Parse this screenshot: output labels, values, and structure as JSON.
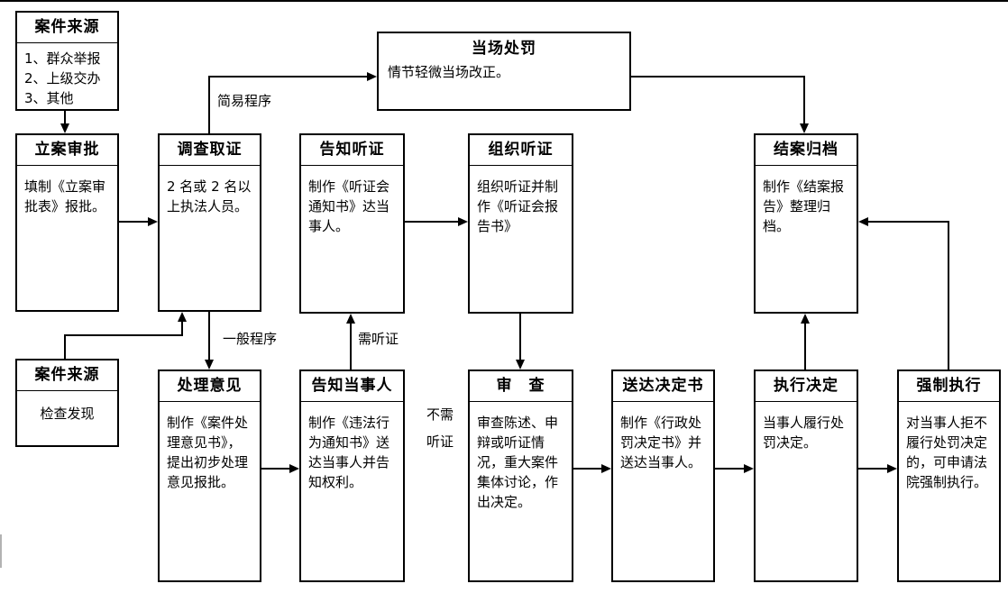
{
  "diagram": {
    "boxes": {
      "case_source_top": {
        "title": "案件来源",
        "items": [
          "1、群众举报",
          "2、上级交办",
          "3、其他"
        ]
      },
      "filing_approval": {
        "title": "立案审批",
        "body": "填制《立案审批表》报批。"
      },
      "investigation": {
        "title": "调查取证",
        "body": "2 名或 2 名以上执法人员。"
      },
      "hearing_notice": {
        "title": "告知听证",
        "body": "制作《听证会通知书》达当事人。"
      },
      "organize_hearing": {
        "title": "组织听证",
        "body": "组织听证并制作《听证会报告书》"
      },
      "case_closing": {
        "title": "结案归档",
        "body": "制作《结案报告》整理归档。"
      },
      "on_spot_penalty": {
        "title": "当场处罚",
        "body": "情节轻微当场改正。"
      },
      "case_source_bottom": {
        "title": "案件来源",
        "body": "检查发现"
      },
      "handling_opinion": {
        "title": "处理意见",
        "body": "制作《案件处理意见书》，提出初步处理意见报批。"
      },
      "notify_party": {
        "title": "告知当事人",
        "body": "制作《违法行为通知书》送达当事人并告知权利。"
      },
      "review": {
        "title": "审　查",
        "body": "审查陈述、申辩或听证情况，重大案件集体讨论，作出决定。"
      },
      "deliver_decision": {
        "title": "送达决定书",
        "body": "制作《行政处罚决定书》并送达当事人。"
      },
      "execute_decision": {
        "title": "执行决定",
        "body": "当事人履行处罚决定。"
      },
      "compulsory_execution": {
        "title": "强制执行",
        "body": "对当事人拒不履行处罚决定的，可申请法院强制执行。"
      }
    },
    "labels": {
      "simple_procedure": "简易程序",
      "general_procedure": "一般程序",
      "hearing_required": "需听证",
      "hearing_not_required_line1": "不需",
      "hearing_not_required_line2": "听证"
    },
    "colors": {
      "line": "#000000",
      "background": "#ffffff"
    }
  }
}
